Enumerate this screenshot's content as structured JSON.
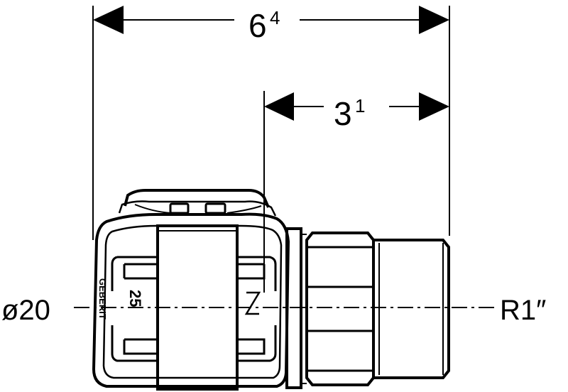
{
  "dimensions": {
    "overall": {
      "base": "6",
      "sup": "4"
    },
    "partial": {
      "base": "3",
      "sup": "1"
    }
  },
  "labels": {
    "left_diameter": "ø20",
    "right_thread": "R1″"
  },
  "fitting_marks": {
    "size_number": "25",
    "brand_text": "GEBERIT"
  },
  "colors": {
    "line": "#000000",
    "background": "#ffffff"
  }
}
